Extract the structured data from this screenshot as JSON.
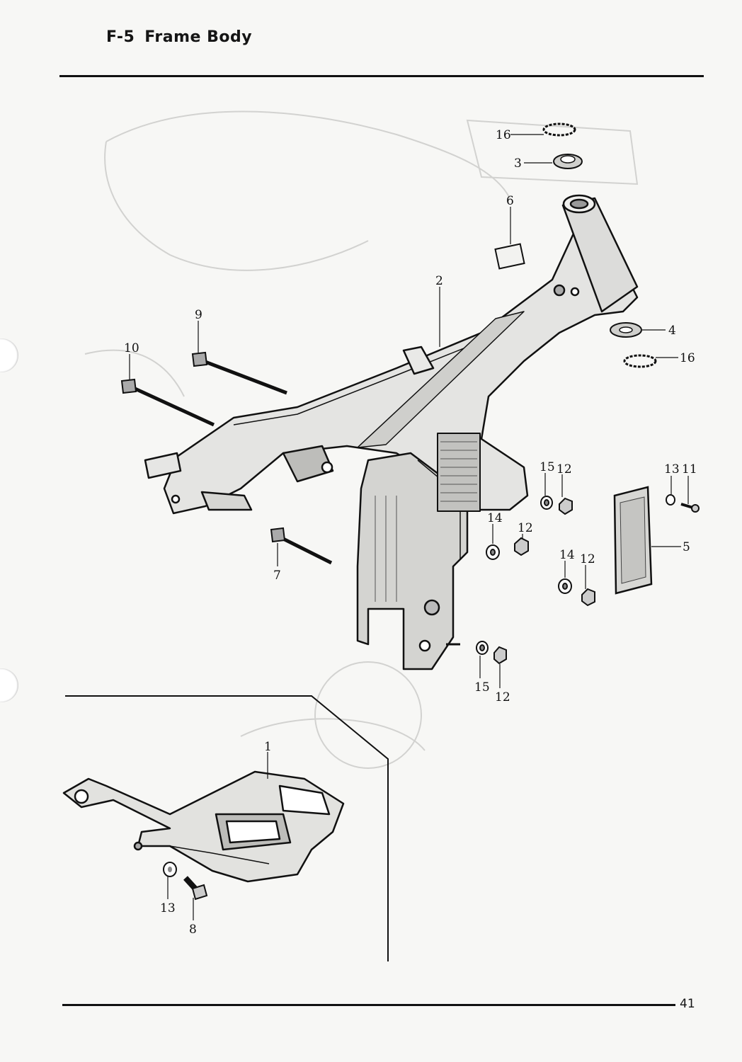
{
  "header": {
    "code": "F-5",
    "title": "Frame Body"
  },
  "page_number": "41",
  "callouts": {
    "c16a": "16",
    "c3": "3",
    "c6": "6",
    "c2": "2",
    "c4": "4",
    "c16b": "16",
    "c9": "9",
    "c10": "10",
    "c15a": "15",
    "c12a": "12",
    "c13a": "13",
    "c11": "11",
    "c14a": "14",
    "c12b": "12",
    "c5": "5",
    "c14b": "14",
    "c12c": "12",
    "c7": "7",
    "c15b": "15",
    "c12d": "12",
    "c1": "1",
    "c13b": "13",
    "c8": "8"
  }
}
